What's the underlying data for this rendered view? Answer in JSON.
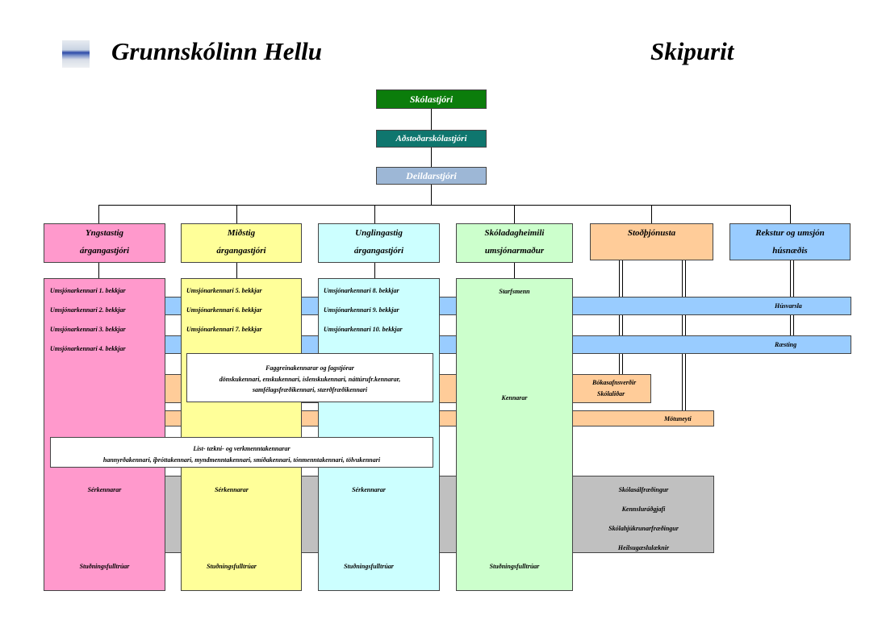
{
  "header": {
    "school_name": "Grunnskólinn Hellu",
    "doc_title": "Skipurit"
  },
  "colors": {
    "green": "#0b7d0b",
    "teal": "#0f766e",
    "lightblue_box": "#9db7d6",
    "pink": "#ff99cc",
    "yellow": "#ffff99",
    "cyan": "#ccffff",
    "lightgreen": "#ccffcc",
    "peach": "#ffcc99",
    "blue": "#99ccff",
    "gray": "#c0c0c0"
  },
  "top": {
    "principal": "Skólastjóri",
    "deputy": "Aðstoðarskólastjóri",
    "dept_head": "Deildarstjóri"
  },
  "columns": [
    {
      "title": "Yngstastig",
      "sub": "árgangastjóri"
    },
    {
      "title": "Miðstig",
      "sub": "árgangastjóri"
    },
    {
      "title": "Unglingastig",
      "sub": "árgangastjóri"
    },
    {
      "title": "Skóladagheimili",
      "sub": "umsjónarmaður"
    },
    {
      "title": "Stoðþjónusta",
      "sub": ""
    },
    {
      "title": "Rekstur og umsjón",
      "sub": "húsnæðis"
    }
  ],
  "yngsta": [
    "Umsjónarkennari 1. bekkjar",
    "Umsjónarkennari 2. bekkjar",
    "Umsjónarkennari 3. bekkjar",
    "Umsjónarkennari 4. bekkjar"
  ],
  "midstig": [
    "Umsjónarkennari 5. bekkjar",
    "Umsjónarkennari 6. bekkjar",
    "Umsjónarkennari 7. bekkjar"
  ],
  "unglinga": [
    "Umsjónarkennari 8. bekkjar",
    "Umsjónarkennari 9. bekkjar",
    "Umsjónarkennari 10. bekkjar"
  ],
  "skoladag": {
    "staff": "Starfsmenn",
    "teachers": "Kennarar",
    "support": "Stuðningsfulltrúar"
  },
  "bands": {
    "husvarsla": "Húsvarsla",
    "raesting": "Ræsting",
    "bokasafn": "Bókasafnsverðir",
    "skolalidar": "Skólaliðar",
    "motuneyti": "Mötuneyti"
  },
  "fag": {
    "title": "Faggreinakennarar og fagstjórar",
    "line1": "dönskukennari, enskukennari, íslenskukennari, náttúrufr.kennarar,",
    "line2": "samfélagsfræðikennari, stærðfræðikennari"
  },
  "list": {
    "title": "List- tækni- og verkmenntakennarar",
    "line1": "hannyrðakennari, íþróttakennari, myndmenntakennari, smíðakennari, tónmenntakennari, tölvukennari"
  },
  "serkennarar": "Sérkennarar",
  "studnings": "Stuðningsfulltrúar",
  "gray_roles": [
    "Skólasálfræðingur",
    "Kennsluráðgjafi",
    "Skólahjúkrunarfræðingur",
    "Heilsugæslulæknir"
  ]
}
